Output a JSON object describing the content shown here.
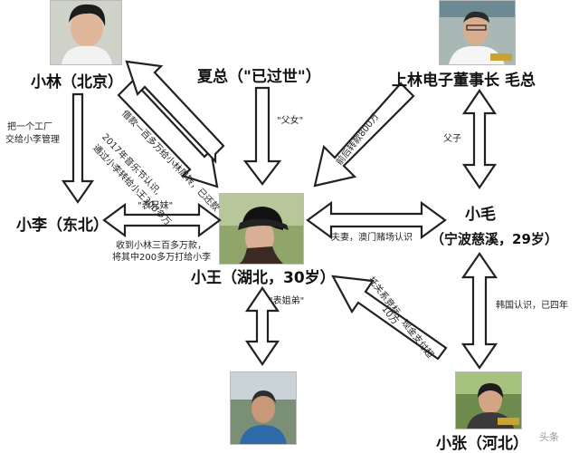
{
  "nodes": {
    "xiaolin": "小林（北京）",
    "xiazong": "夏总（\"已过世\"）",
    "linmao": "上林电子董事长 毛总",
    "xiaoli": "小李（东北）",
    "xiaowang": "小王（湖北，30岁）",
    "xiaomao": "小毛",
    "xiaomao_sub": "（宁波慈溪，29岁）",
    "xiaozhang": "小张（河北）"
  },
  "labels": {
    "factory_line1": "把一个工厂",
    "factory_line2": "交给小李管理",
    "borrow": "借款一百多万给小林周转，已还款",
    "meet_line1": "2017年音乐节认识,",
    "meet_line2": "通过小李转给小王300多万",
    "father_daughter": "\"父女\"",
    "transfer800": "前后转款800万",
    "father_son": "父子",
    "cousin_sister": "\"表兄妹\"",
    "husband_wife": "夫妻，澳门赌场认识",
    "received_line1": "收到小林三百多万款，",
    "received_line2": "将其中200多万打给小李",
    "cousin_brother": "\"表姐弟\"",
    "korea": "韩国认识，已四年",
    "bid_line1": "托关系竞标，现金支付超",
    "bid_line2": "10万"
  },
  "watermark": "头条"
}
